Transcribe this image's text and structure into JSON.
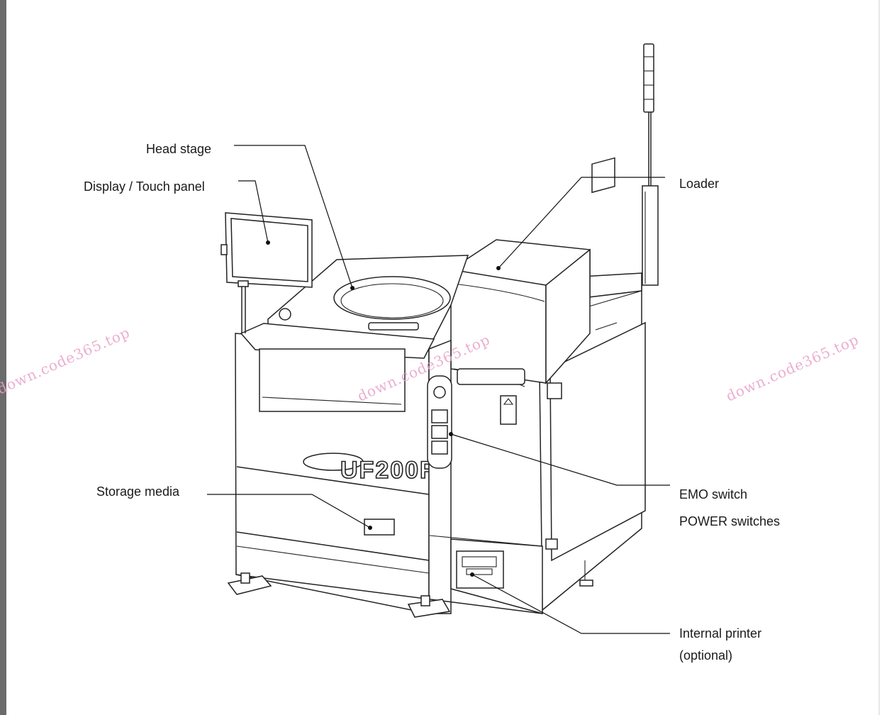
{
  "labels": {
    "head_stage": "Head stage",
    "display_touch_panel": "Display / Touch panel",
    "loader": "Loader",
    "storage_media": "Storage media",
    "emo_switch": "EMO switch",
    "power_switches": "POWER switches",
    "internal_printer": "Internal printer",
    "internal_printer_note": "(optional)"
  },
  "machine": {
    "model_logo": "UF200R"
  },
  "watermark": {
    "text": "down.code365.top"
  },
  "colors": {
    "line": "#222222",
    "background": "#ffffff",
    "watermark": "#e8a0c8",
    "frame_edge": "#6b6b6b"
  }
}
